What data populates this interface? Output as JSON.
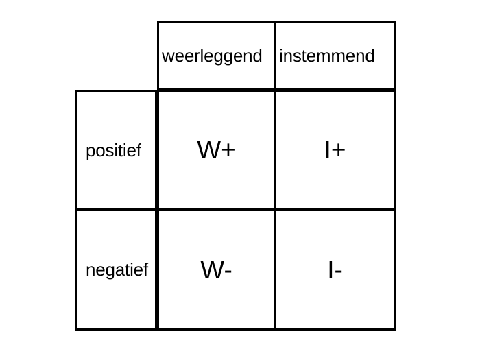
{
  "matrix": {
    "corner_label": "",
    "column_headers": [
      {
        "key": "weerleggend",
        "label": "weerleggend"
      },
      {
        "key": "instemmend",
        "label": "instemmend"
      }
    ],
    "rows": [
      {
        "key": "positief",
        "label": "positief",
        "cells": [
          {
            "key": "w-plus",
            "value": "W+"
          },
          {
            "key": "i-plus",
            "value": "I+"
          }
        ]
      },
      {
        "key": "negatief",
        "label": "negatief",
        "cells": [
          {
            "key": "w-minus",
            "value": "W-"
          },
          {
            "key": "i-minus",
            "value": "I-"
          }
        ]
      }
    ],
    "colors": {
      "border": "#000000",
      "background": "#ffffff",
      "text": "#000000"
    }
  }
}
